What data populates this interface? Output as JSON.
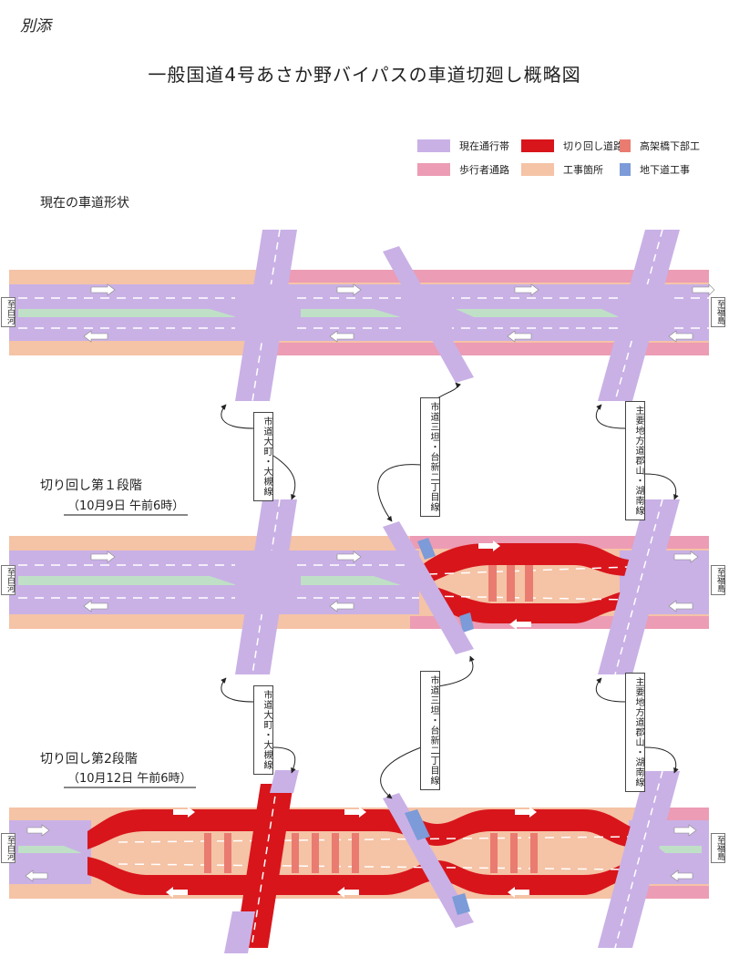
{
  "attachment": "別添",
  "title": "一般国道4号あさか野バイパスの車道切廻し概略図",
  "legend": [
    {
      "label": "現在通行帯",
      "color": "#c9b1e6"
    },
    {
      "label": "切り回し道路",
      "color": "#d8151b"
    },
    {
      "label": "高架橋下部工",
      "color": "#ea7b70"
    },
    {
      "label": "歩行者通路",
      "color": "#ec9cb4"
    },
    {
      "label": "工事箇所",
      "color": "#f5c3a6"
    },
    {
      "label": "地下道工事",
      "color": "#7c9bd8"
    }
  ],
  "sections": {
    "current": "現在の車道形状",
    "stage1": "切り回し第１段階",
    "stage1_time": "（10月9日 午前6時）",
    "stage2": "切り回し第2段階",
    "stage2_time": "（10月12日 午前6時）"
  },
  "ends": {
    "left": "至白河",
    "right": "至福島"
  },
  "cross_roads": {
    "road1": "市道大町・大槻線",
    "road2": "市道三坦・台新二丁目線",
    "road3": "主要地方道郡山・湖南線"
  }
}
